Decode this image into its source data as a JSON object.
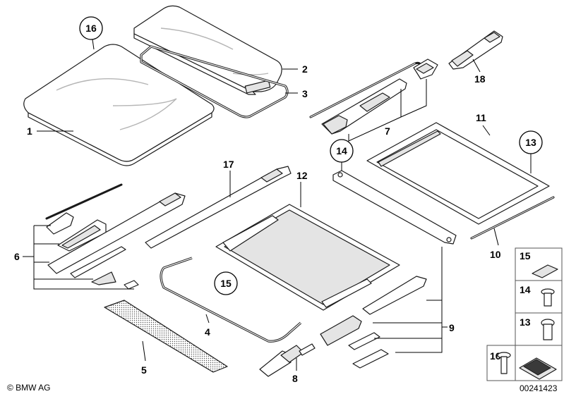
{
  "callouts": {
    "c1": "1",
    "c2": "2",
    "c3": "3",
    "c4": "4",
    "c5": "5",
    "c6": "6",
    "c7": "7",
    "c8": "8",
    "c9": "9",
    "c10": "10",
    "c11": "11",
    "c12": "12",
    "c13": "13",
    "c14": "14",
    "c15": "15",
    "c16": "16",
    "c17": "17",
    "c18": "18"
  },
  "legend": {
    "item15": "15",
    "item14": "14",
    "item13": "13",
    "item16": "16"
  },
  "footer": {
    "copyright": "© BMW AG",
    "figure_number": "00241423"
  }
}
